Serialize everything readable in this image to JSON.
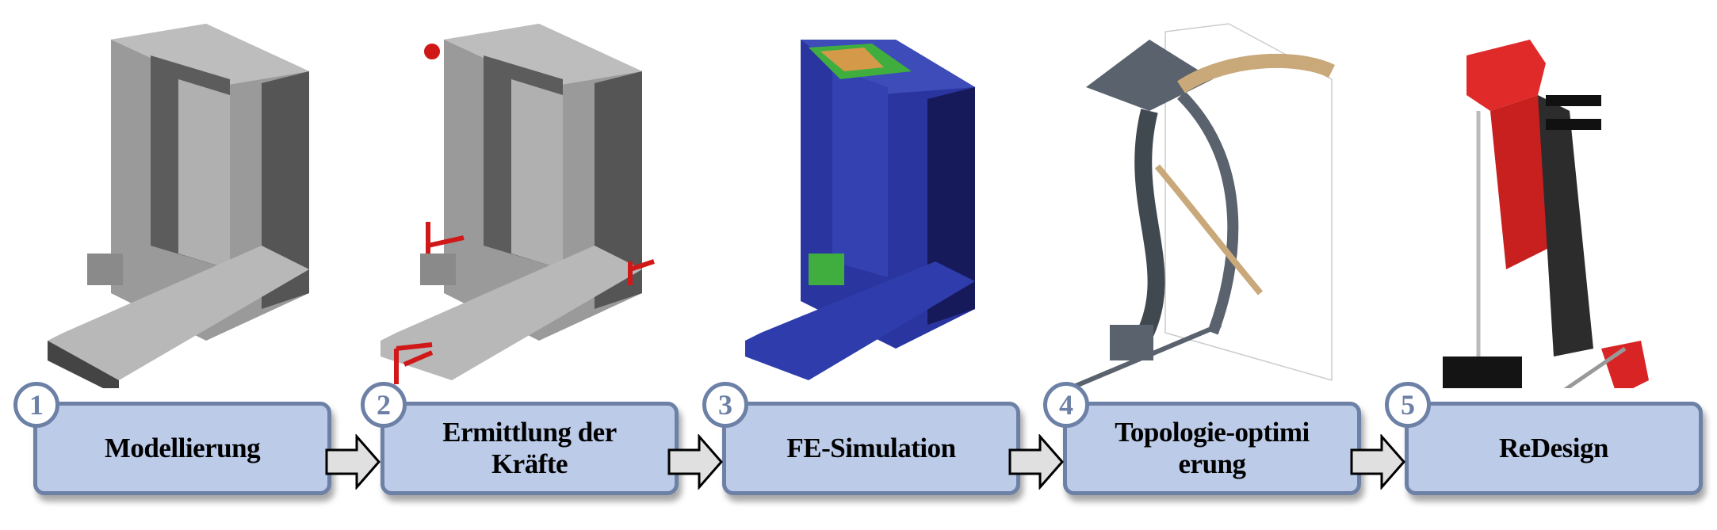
{
  "steps": [
    {
      "number": "1",
      "label": "Modellierung"
    },
    {
      "number": "2",
      "label": "Ermittlung der Kräfte"
    },
    {
      "number": "3",
      "label": "FE-Simulation"
    },
    {
      "number": "4",
      "label": "Topologie-optimierung"
    },
    {
      "number": "5",
      "label": "ReDesign"
    }
  ],
  "colors": {
    "box_fill": "#bccbe8",
    "box_border": "#6d80a6",
    "arrow_fill": "#e0e0e0",
    "force_red": "#d01818",
    "fe_blue": "#2a35a0",
    "redesign_red": "#e02a2a"
  }
}
